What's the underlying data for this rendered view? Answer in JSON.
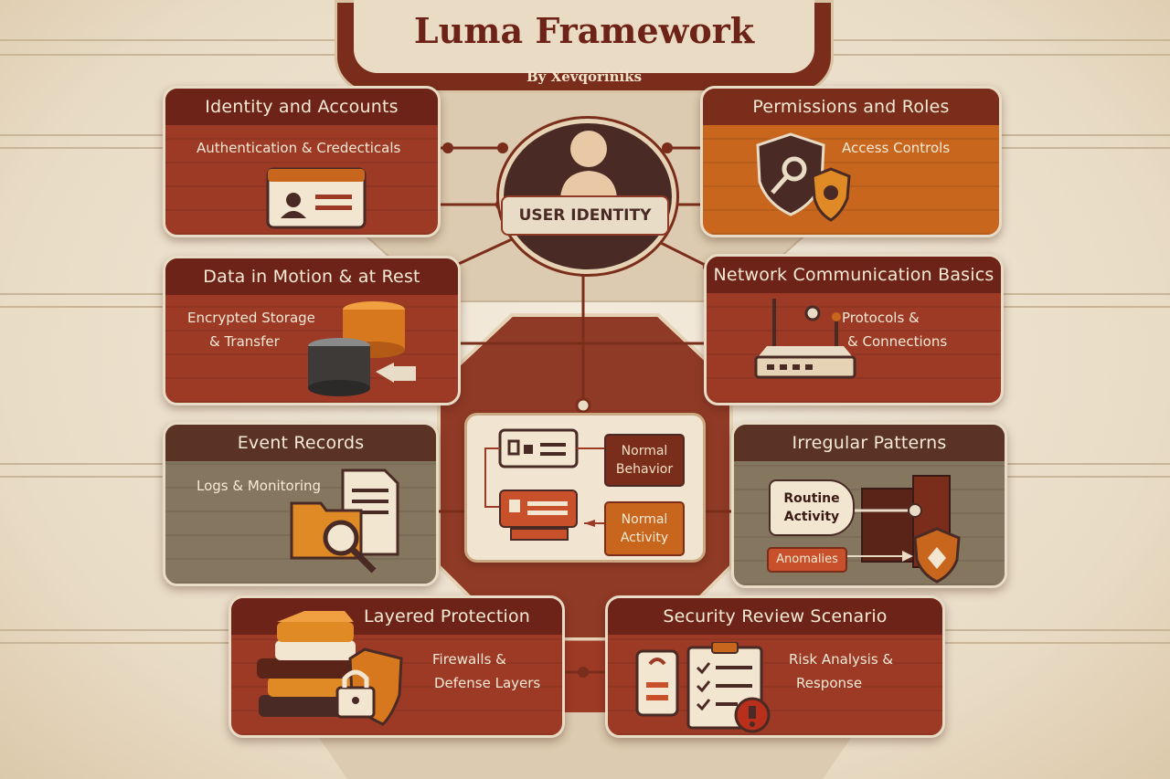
{
  "title": "Luma Framework",
  "byline": "By Xevqoriniks",
  "hub": {
    "label": "USER IDENTITY"
  },
  "panels": {
    "identity": {
      "title": "Identity and Accounts",
      "sub": "Authentication & Credecticals"
    },
    "permissions": {
      "title": "Permissions and Roles",
      "sub": "Access Controls"
    },
    "data": {
      "title": "Data in Motion & at Rest",
      "sub1": "Encrypted Storage",
      "sub2": "& Transfer"
    },
    "network": {
      "title": "Network Communication Basics",
      "sub1": "Protocols &",
      "sub2": "& Connections"
    },
    "events": {
      "title": "Event Records",
      "sub": "Logs & Monitoring"
    },
    "irregular": {
      "title": "Irregular Patterns",
      "box1": "Routine",
      "box2": "Activity",
      "tag": "Anomalies"
    },
    "layered": {
      "title": "Layered Protection",
      "sub1": "Firewalls &",
      "sub2": "Defense Layers"
    },
    "review": {
      "title": "Security Review Scenario",
      "sub1": "Risk Analysis &",
      "sub2": "Response"
    }
  },
  "center": {
    "normal_behavior_1": "Normal",
    "normal_behavior_2": "Behavior",
    "normal_activity_1": "Normal",
    "normal_activity_2": "Activity"
  },
  "colors": {
    "dark_red": "#6e2318",
    "rust": "#9c3a26",
    "orange": "#c8661e",
    "brown": "#857660",
    "parchment": "#efe6d6"
  },
  "icons": [
    "user-icon",
    "id-card-icon",
    "shield-key-icon",
    "database-icon",
    "router-icon",
    "files-magnifier-icon",
    "shield-icon",
    "layers-lock-icon",
    "clipboard-checklist-icon",
    "warning-badge-icon"
  ]
}
